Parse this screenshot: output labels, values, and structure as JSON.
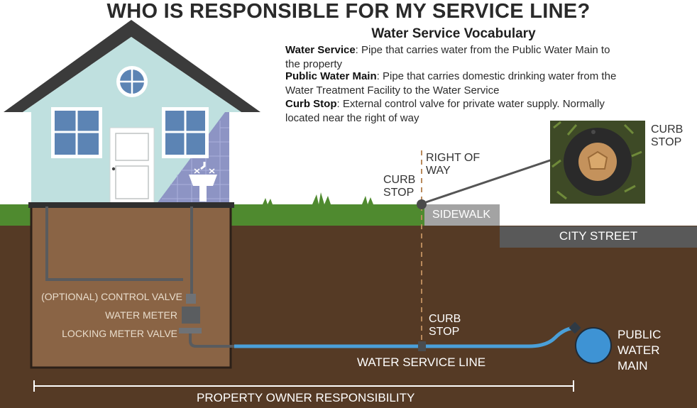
{
  "title": "WHO IS RESPONSIBLE FOR MY SERVICE LINE?",
  "vocabulary": {
    "heading": "Water Service Vocabulary",
    "entries": [
      {
        "term": "Water Service",
        "definition": ": Pipe that carries water from the Public Water Main to the property"
      },
      {
        "term": "Public Water Main",
        "definition": ": Pipe that carries domestic drinking water from the Water Treatment Facility to the Water Service"
      },
      {
        "term": "Curb Stop",
        "definition": ": External control valve for private water supply. Normally located near the right of way"
      }
    ]
  },
  "labels": {
    "curb_stop_photo_line1": "CURB",
    "curb_stop_photo_line2": "STOP",
    "right_of_way_line1": "RIGHT OF",
    "right_of_way_line2": "WAY",
    "curb_stop_surface_line1": "CURB",
    "curb_stop_surface_line2": "STOP",
    "sidewalk": "SIDEWALK",
    "city_street": "CITY STREET",
    "optional_control_valve": "(OPTIONAL) CONTROL VALVE",
    "water_meter": "WATER METER",
    "locking_meter_valve": "LOCKING METER VALVE",
    "curb_stop_underground_line1": "CURB",
    "curb_stop_underground_line2": "STOP",
    "water_service_line": "WATER SERVICE LINE",
    "public_water_main_line1": "PUBLIC",
    "public_water_main_line2": "WATER",
    "public_water_main_line3": "MAIN",
    "property_owner_responsibility": "PROPERTY OWNER RESPONSIBILITY"
  },
  "colors": {
    "soil": "#553a25",
    "basement": "#8a6445",
    "grass": "#4f8a2f",
    "house_siding": "#bfe0df",
    "roof": "#3a3a3a",
    "street": "#595959",
    "sidewalk": "#a3a3a3",
    "water_pipe": "#4a9fd8",
    "house_pipe": "#595b5e",
    "property_line": "#b98a5c"
  }
}
